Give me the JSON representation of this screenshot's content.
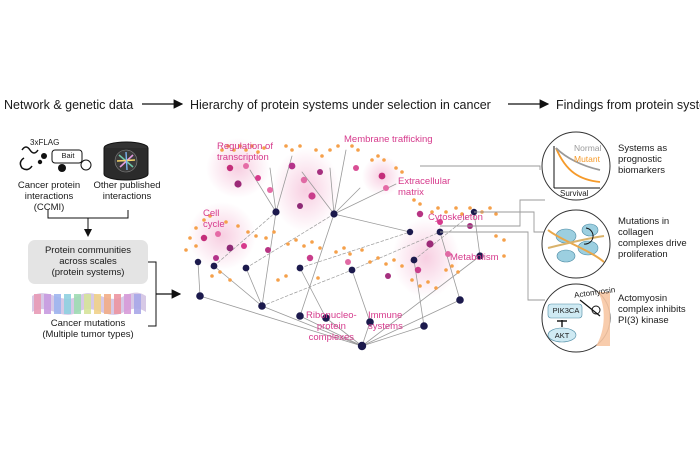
{
  "headers": {
    "left": "Network & genetic data",
    "middle": "Hierarchy of protein systems under selection in cancer",
    "right": "Findings from protein systems"
  },
  "left_panel": {
    "tag_label": "3xFLAG",
    "bait_label": "Bait",
    "ccmi_label_line1": "Cancer protein",
    "ccmi_label_line2": "interactions",
    "ccmi_label_line3": "(CCMI)",
    "published_label_line1": "Other published",
    "published_label_line2": "interactions",
    "communities_line1": "Protein communities",
    "communities_line2": "across scales",
    "communities_line3": "(protein systems)",
    "mutations_line1": "Cancer mutations",
    "mutations_line2": "(Multiple tumor types)"
  },
  "hierarchy_labels": {
    "membrane": "Membrane trafficking",
    "regulation_line1": "Regulation of",
    "regulation_line2": "transcription",
    "extracellular_line1": "Extracellular",
    "extracellular_line2": "matrix",
    "cell_cycle_line1": "Cell",
    "cell_cycle_line2": "cycle",
    "cytoskeleton": "Cytoskeleton",
    "metabolism": "Metabolism",
    "ribo_line1": "Ribonucleo-",
    "ribo_line2": "protein",
    "ribo_line3": "complexes",
    "immune_line1": "Immune",
    "immune_line2": "systems"
  },
  "findings": {
    "f1_line1": "Systems as",
    "f1_line2": "prognostic",
    "f1_line3": "biomarkers",
    "normal": "Normal",
    "mutant": "Mutant",
    "survival": "Survival",
    "f2_line1": "Mutations in",
    "f2_line2": "collagen",
    "f2_line3": "complexes drive",
    "f2_line4": "proliferation",
    "actomyosin_tag": "Actomyosin",
    "pik3ca": "PIK3CA",
    "akt": "AKT",
    "f3_line1": "Actomyosin",
    "f3_line2": "complex inhibits",
    "f3_line3": "PI(3) kinase"
  },
  "colors": {
    "accent_pink": "#d63a8c",
    "node_dark": "#1c1a4d",
    "node_orange": "#f5a04a",
    "halo_pink": "#f6c6dc",
    "mutant_orange": "#f59a2a",
    "normal_grey": "#9a9a9a",
    "cell_blue": "#9ccfe0"
  }
}
